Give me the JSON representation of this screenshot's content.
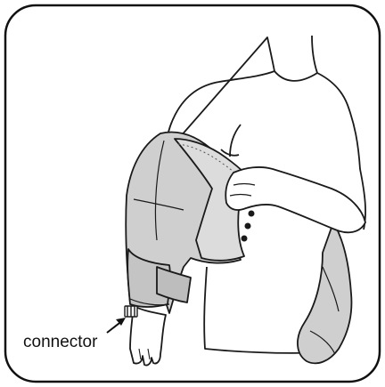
{
  "callout": {
    "label": "connector"
  },
  "colors": {
    "frame": "#111111",
    "line": "#1a1a1a",
    "sleeve_fill": "#cfcfcf",
    "sleeve_fill_dark": "#bdbdbd",
    "skin": "#ffffff",
    "background": "#ffffff"
  },
  "illustration": {
    "subject": "person-wearing-arm-compression-sleeve",
    "parts": [
      "torso",
      "right-arm-sleeve",
      "shoulder-wrap",
      "chest-strap",
      "hand",
      "connector"
    ]
  }
}
